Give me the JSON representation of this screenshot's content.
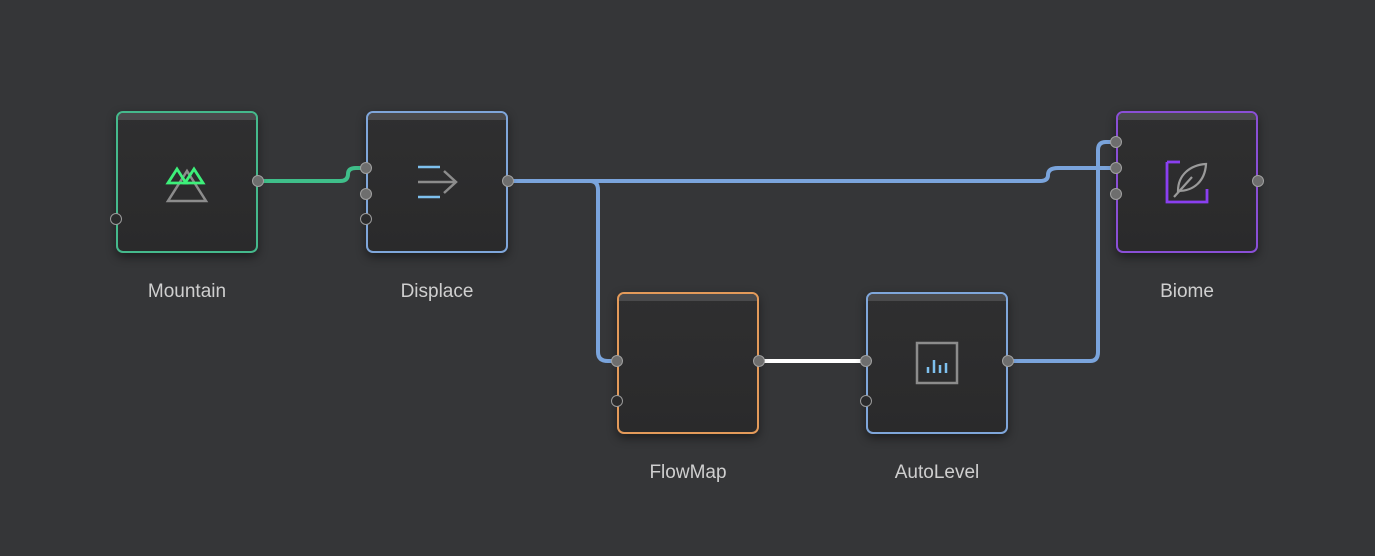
{
  "canvas": {
    "background": "#353638"
  },
  "colors": {
    "heightfield_wire": "#7aa4dc",
    "mountain_wire": "#3fbf8a",
    "mask_wire": "#ffffff",
    "mountain_border": "#45b98c",
    "default_border": "#7fa6da",
    "flowmap_border": "#e39a5a",
    "biome_border": "#8a4fd6"
  },
  "nodes": {
    "mountain": {
      "label": "Mountain",
      "icon": "mountain-icon"
    },
    "displace": {
      "label": "Displace",
      "icon": "displace-arrow-icon"
    },
    "flowmap": {
      "label": "FlowMap",
      "icon": ""
    },
    "autolevel": {
      "label": "AutoLevel",
      "icon": "histogram-icon"
    },
    "biome": {
      "label": "Biome",
      "icon": "leaf-icon"
    }
  }
}
